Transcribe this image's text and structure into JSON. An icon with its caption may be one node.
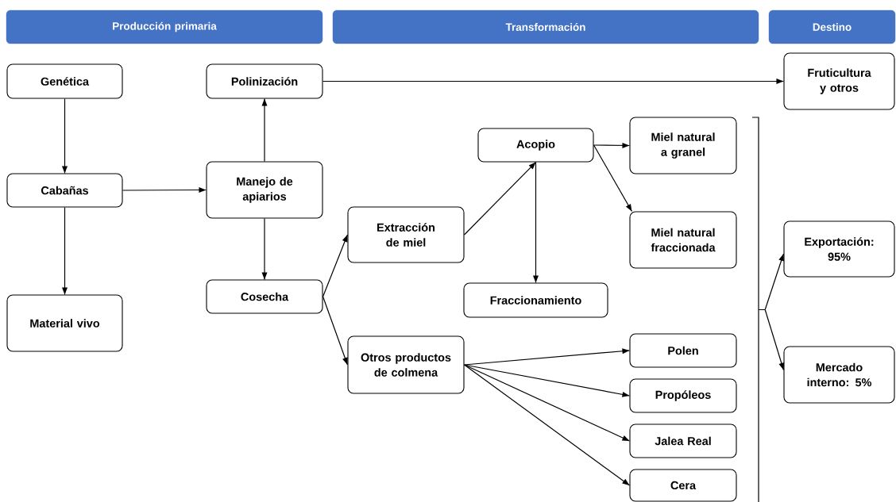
{
  "diagram": {
    "nodes": [
      {
        "text": [
          "Producción primaria"
        ]
      },
      {
        "text": [
          "Transformación"
        ]
      },
      {
        "text": [
          "Destino"
        ]
      },
      {
        "text": [
          "Genética"
        ]
      },
      {
        "text": [
          "Polinización"
        ]
      },
      {
        "text": [
          "Fruticultura y otros"
        ]
      },
      {
        "text": [
          "Cabañas"
        ]
      },
      {
        "text": [
          "Manejo de apiarios"
        ]
      },
      {
        "text": [
          "Acopio"
        ]
      },
      {
        "text": [
          "Miel natural a granel"
        ]
      },
      {
        "text": [
          "Extracción de miel"
        ]
      },
      {
        "text": [
          "Miel natural fraccionada"
        ]
      },
      {
        "text": [
          "Exportación: 95%"
        ]
      },
      {
        "text": [
          "Cosecha"
        ]
      },
      {
        "text": [
          "Fraccionamiento"
        ]
      },
      {
        "text": [
          "Material vivo"
        ]
      },
      {
        "text": [
          "Otros productos de colmena"
        ]
      },
      {
        "text": [
          "Polen"
        ]
      },
      {
        "text": [
          "Mercado interno: 5%"
        ]
      },
      {
        "text": [
          "Propóleos"
        ]
      },
      {
        "text": [
          "Jalea Real"
        ]
      },
      {
        "text": [
          "Cera"
        ]
      },
      {
        "text": [],
        "shape": "bracket"
      }
    ],
    "edges": [
      {
        "from": 3,
        "to": 6,
        "arrow": "to"
      },
      {
        "from": 6,
        "to": 15,
        "arrow": "to"
      },
      {
        "from": 6,
        "to": 7,
        "arrow": "to"
      },
      {
        "from": 7,
        "to": 4,
        "arrow": "to"
      },
      {
        "from": 7,
        "to": 13,
        "arrow": "to"
      },
      {
        "from": 4,
        "to": 5,
        "arrow": "to"
      },
      {
        "from": 13,
        "to": 10,
        "arrow": "to"
      },
      {
        "from": 13,
        "to": 16,
        "arrow": "to"
      },
      {
        "from": 10,
        "to": 8,
        "arrow": "to"
      },
      {
        "from": 8,
        "to": 14,
        "arrow": "to"
      },
      {
        "from": 8,
        "to": 9,
        "arrow": "to"
      },
      {
        "from": 8,
        "to": 11,
        "arrow": "to"
      },
      {
        "from": 16,
        "to": 17,
        "arrow": "to"
      },
      {
        "from": 16,
        "to": 19,
        "arrow": "to"
      },
      {
        "from": 16,
        "to": 20,
        "arrow": "to"
      },
      {
        "from": 16,
        "to": 21,
        "arrow": "to"
      },
      {
        "from": 22,
        "to": 12,
        "arrow": "to"
      },
      {
        "from": 22,
        "to": 18,
        "arrow": "to"
      }
    ]
  }
}
